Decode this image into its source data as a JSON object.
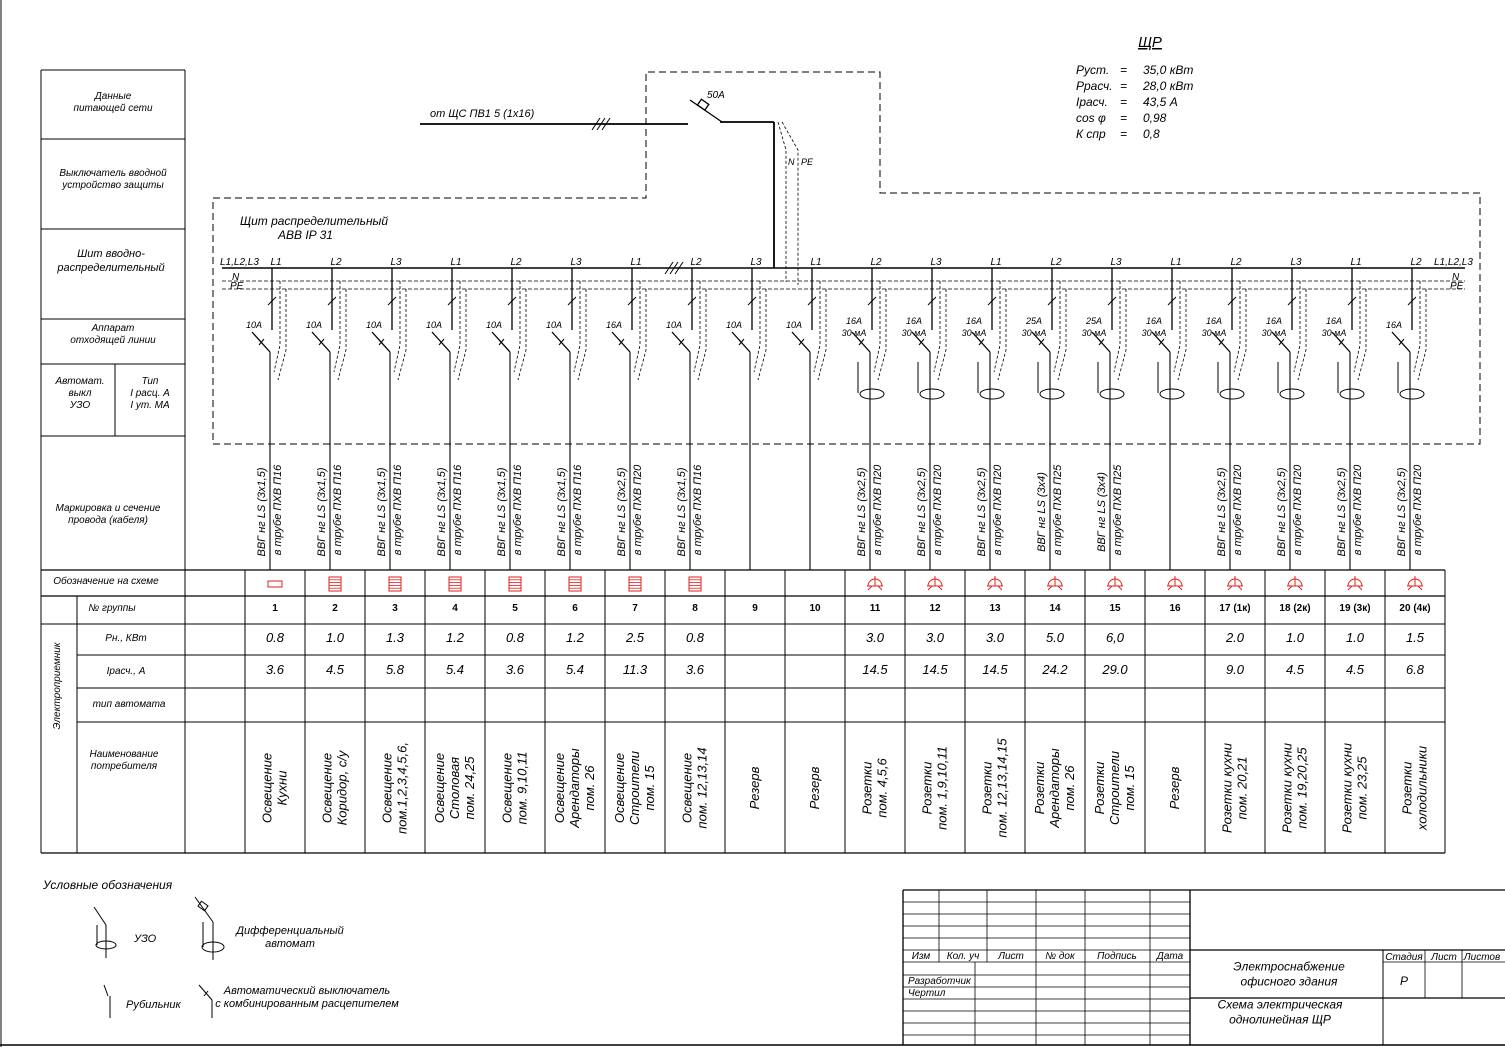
{
  "panel": {
    "title": "ЩР",
    "params": [
      {
        "k": "Руст.",
        "v": "35,0  кВт"
      },
      {
        "k": "Ррасч.",
        "v": "28,0 кВт"
      },
      {
        "k": "Iрасч.",
        "v": "43,5 А"
      },
      {
        "k": "cos φ",
        "v": "0,98"
      },
      {
        "k": "К спр",
        "v": "0,8"
      }
    ],
    "eq": "=",
    "board_name_1": "Щит распределительный",
    "board_name_2": "ABB  IP 31",
    "supply_label": "от ЩС     ПВ1  5 (1х16)",
    "main_breaker": "50А",
    "n_label": "N",
    "pe_label": "PE",
    "bus_left": "L1,L2,L3",
    "bus_right": "L1,L2,L3"
  },
  "left_labels": {
    "supply": "Данные\nпитающей сети",
    "breaker": "Выключатель вводной\nустройство защиты",
    "board": "Шит вводно-\nраспределительный",
    "outgoing": "Аппарат\nотходящей линии",
    "rcd_a": "Автомат.\nвыкл\nУЗО",
    "rcd_b": "Тип\nI расц. А\nI ут. МА",
    "cable": "Маркировка и сечение\nпровода (кабеля)",
    "symbol": "Обозначение на схеме",
    "group_no": "№  группы",
    "power": "Рн., КВт",
    "current": "Iрасч., А",
    "breaker_type": "тип   автомата",
    "consumer": "Наименование\nпотребителя",
    "receiver": "Электроприемник"
  },
  "groups": [
    {
      "no": "1",
      "phase": "L1",
      "rating": "10А",
      "ma": "",
      "cable": "ВВГ нг LS (3х1,5)",
      "conduit": "в трубе ПХВ П16",
      "power": "0.8",
      "current": "3.6",
      "name": "Освещение\nКухни",
      "symbol": "lamp",
      "rcd": false
    },
    {
      "no": "2",
      "phase": "L2",
      "rating": "10А",
      "ma": "",
      "cable": "ВВГ нг LS (3х1,5)",
      "conduit": "в трубе ПХВ П16",
      "power": "1.0",
      "current": "4.5",
      "name": "Освещение\nКоридор, с/у",
      "symbol": "fluor",
      "rcd": false
    },
    {
      "no": "3",
      "phase": "L3",
      "rating": "10А",
      "ma": "",
      "cable": "ВВГ нг LS (3х1,5)",
      "conduit": "в трубе ПХВ П16",
      "power": "1.3",
      "current": "5.8",
      "name": "Освещение\nпом.1,2,3,4,5,6,",
      "symbol": "fluor",
      "rcd": false
    },
    {
      "no": "4",
      "phase": "L1",
      "rating": "10А",
      "ma": "",
      "cable": "ВВГ нг LS (3х1,5)",
      "conduit": "в трубе ПХВ П16",
      "power": "1.2",
      "current": "5.4",
      "name": "Освещение\nСтоловая\nпом. 24,25",
      "symbol": "fluor",
      "rcd": false
    },
    {
      "no": "5",
      "phase": "L2",
      "rating": "10А",
      "ma": "",
      "cable": "ВВГ нг LS (3х1,5)",
      "conduit": "в трубе ПХВ П16",
      "power": "0.8",
      "current": "3.6",
      "name": "Освещение\nпом. 9,10,11",
      "symbol": "fluor",
      "rcd": false
    },
    {
      "no": "6",
      "phase": "L3",
      "rating": "10А",
      "ma": "",
      "cable": "ВВГ нг LS (3х1,5)",
      "conduit": "в трубе ПХВ П16",
      "power": "1.2",
      "current": "5.4",
      "name": "Освещение\nАрендаторы\nпом. 26",
      "symbol": "fluor",
      "rcd": false
    },
    {
      "no": "7",
      "phase": "L1",
      "rating": "16А",
      "ma": "",
      "cable": "ВВГ нг LS (3х2,5)",
      "conduit": "в трубе ПХВ П20",
      "power": "2.5",
      "current": "11.3",
      "name": "Освещение\nСтроители\nпом. 15",
      "symbol": "fluor",
      "rcd": false
    },
    {
      "no": "8",
      "phase": "L2",
      "rating": "10А",
      "ma": "",
      "cable": "ВВГ нг LS (3х1,5)",
      "conduit": "в трубе ПХВ П16",
      "power": "0.8",
      "current": "3.6",
      "name": "Освещение\nпом. 12,13,14",
      "symbol": "fluor",
      "rcd": false
    },
    {
      "no": "9",
      "phase": "L3",
      "rating": "10А",
      "ma": "",
      "cable": "",
      "conduit": "",
      "power": "",
      "current": "",
      "name": "Резерв",
      "symbol": "",
      "rcd": false
    },
    {
      "no": "10",
      "phase": "L1",
      "rating": "10А",
      "ma": "",
      "cable": "",
      "conduit": "",
      "power": "",
      "current": "",
      "name": "Резерв",
      "symbol": "",
      "rcd": false
    },
    {
      "no": "11",
      "phase": "L2",
      "rating": "16А",
      "ma": "30 мА",
      "cable": "ВВГ нг LS (3х2,5)",
      "conduit": "в трубе ПХВ П20",
      "power": "3.0",
      "current": "14.5",
      "name": "Розетки\nпом. 4,5,6",
      "symbol": "socket",
      "rcd": true
    },
    {
      "no": "12",
      "phase": "L3",
      "rating": "16А",
      "ma": "30 мА",
      "cable": "ВВГ нг LS (3х2,5)",
      "conduit": "в трубе ПХВ П20",
      "power": "3.0",
      "current": "14.5",
      "name": "Розетки\nпом. 1,9,10,11",
      "symbol": "socket",
      "rcd": true
    },
    {
      "no": "13",
      "phase": "L1",
      "rating": "16А",
      "ma": "30 мА",
      "cable": "ВВГ нг LS (3х2,5)",
      "conduit": "в трубе ПХВ П20",
      "power": "3.0",
      "current": "14.5",
      "name": "Розетки\nпом. 12,13,14,15",
      "symbol": "socket",
      "rcd": true
    },
    {
      "no": "14",
      "phase": "L2",
      "rating": "25А",
      "ma": "30 мА",
      "cable": "ВВГ нг LS (3х4)",
      "conduit": "в трубе ПХВ П25",
      "power": "5.0",
      "current": "24.2",
      "name": "Розетки\nАрендаторы\nпом. 26",
      "symbol": "socket",
      "rcd": false
    },
    {
      "no": "15",
      "phase": "L3",
      "rating": "25А",
      "ma": "30 мА",
      "cable": "ВВГ нг LS (3х4)",
      "conduit": "в трубе ПХВ П25",
      "power": "6,0",
      "current": "29.0",
      "name": "Розетки\nСтроители\nпом. 15",
      "symbol": "socket",
      "rcd": false
    },
    {
      "no": "16",
      "phase": "L1",
      "rating": "16А",
      "ma": "30 мА",
      "cable": "",
      "conduit": "",
      "power": "",
      "current": "",
      "name": "Резерв",
      "symbol": "socket",
      "rcd": false
    },
    {
      "no": "17 (1к)",
      "phase": "L2",
      "rating": "16А",
      "ma": "30 мА",
      "cable": "ВВГ нг LS (3х2,5)",
      "conduit": "в трубе ПХВ П20",
      "power": "2.0",
      "current": "9.0",
      "name": "Розетки кухни\nпом. 20,21",
      "symbol": "socket",
      "rcd": true
    },
    {
      "no": "18 (2к)",
      "phase": "L3",
      "rating": "16А",
      "ma": "30 мА",
      "cable": "ВВГ нг LS (3х2,5)",
      "conduit": "в трубе ПХВ П20",
      "power": "1.0",
      "current": "4.5",
      "name": "Розетки кухни\nпом. 19,20,25",
      "symbol": "socket",
      "rcd": true
    },
    {
      "no": "19 (3к)",
      "phase": "L1",
      "rating": "16А",
      "ma": "30 мА",
      "cable": "ВВГ нг LS (3х2,5)",
      "conduit": "в трубе ПХВ П20",
      "power": "1.0",
      "current": "4.5",
      "name": "Розетки кухни\nпом. 23,25",
      "symbol": "socket",
      "rcd": true
    },
    {
      "no": "20 (4к)",
      "phase": "L2",
      "rating": "16А",
      "ma": "",
      "cable": "ВВГ нг LS (3х2,5)",
      "conduit": "в трубе ПХВ П20",
      "power": "1.5",
      "current": "6.8",
      "name": "Розетки\nхолодильники",
      "symbol": "socket",
      "rcd": false
    }
  ],
  "legend": {
    "title": "Условные  обозначения",
    "rcd": "УЗО",
    "diff": "Дифференциальный\nавтомат",
    "switch": "Рубильник",
    "breaker": "Автоматический выключатель\nс комбинированным расцепителем"
  },
  "stamp": {
    "cols": [
      "Изм",
      "Кол. уч",
      "Лист",
      "№ док",
      "Подпись",
      "Дата"
    ],
    "dev": "Разработчик",
    "drawn": "Чертил",
    "project": "Электроснабжение\nофисного здания",
    "sheet_title": "Схема электрическая\nоднолинейная ЩР",
    "stage_h": "Стадия",
    "sheet_h": "Лист",
    "sheets_h": "Листов",
    "stage": "Р"
  },
  "colors": {
    "symbol": "#e0211d",
    "line": "#000000"
  }
}
